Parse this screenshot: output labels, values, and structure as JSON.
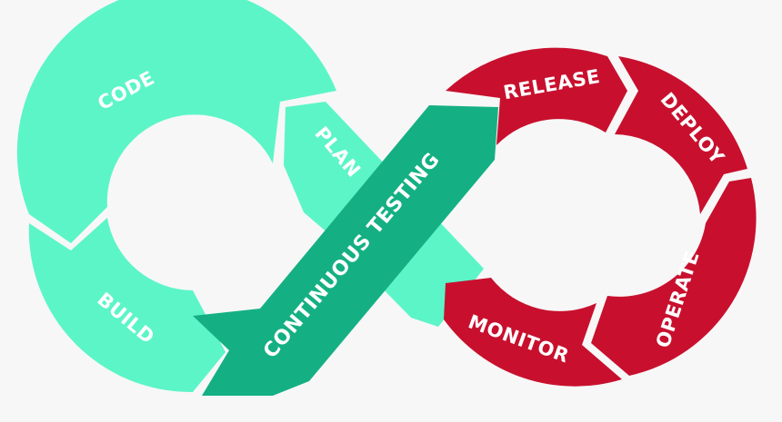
{
  "diagram": {
    "colors": {
      "left_loop": "#5cf5c8",
      "center_arrow": "#14b083",
      "right_loop": "#c8102e",
      "background": "#f7f7f7",
      "label_text": "#ffffff"
    },
    "left_loop_stages": [
      {
        "label": "CODE"
      },
      {
        "label": "BUILD"
      },
      {
        "label": "PLAN"
      }
    ],
    "center_arrow": {
      "label": "CONTINUOUS TESTING"
    },
    "right_loop_stages": [
      {
        "label": "RELEASE"
      },
      {
        "label": "DEPLOY"
      },
      {
        "label": "OPERATE"
      },
      {
        "label": "MONITOR"
      }
    ]
  }
}
